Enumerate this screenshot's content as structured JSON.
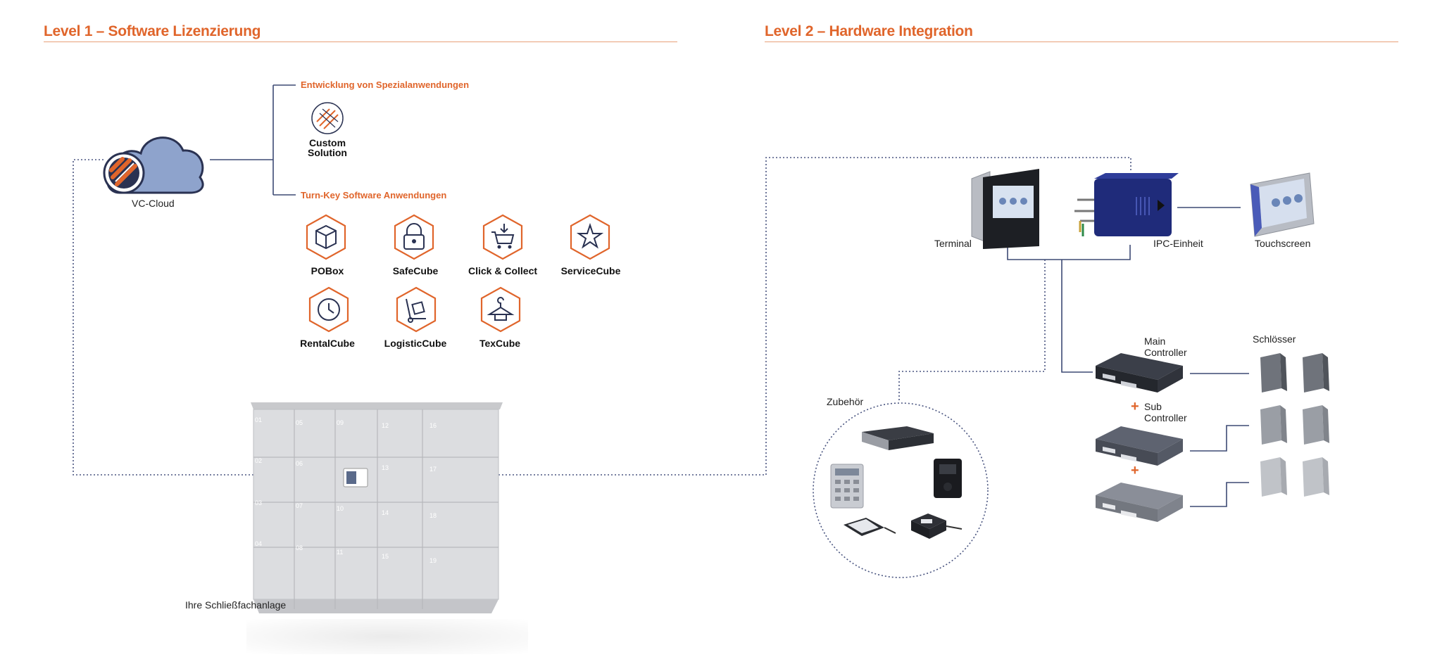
{
  "level1": {
    "title": "Level 1 – Software Lizenzierung",
    "cloud_label": "VC-Cloud",
    "custom_heading": "Entwicklung von Spezialanwendungen",
    "custom_label_line1": "Custom",
    "custom_label_line2": "Solution",
    "turnkey_heading": "Turn-Key Software Anwendungen",
    "apps": [
      {
        "label": "POBox",
        "icon": "box-icon"
      },
      {
        "label": "SafeCube",
        "icon": "lock-icon"
      },
      {
        "label": "Click & Collect",
        "icon": "cart-icon"
      },
      {
        "label": "ServiceCube",
        "icon": "star-icon"
      },
      {
        "label": "RentalCube",
        "icon": "clock-icon"
      },
      {
        "label": "LogisticCube",
        "icon": "hand-truck-icon"
      },
      {
        "label": "TexCube",
        "icon": "hanger-icon"
      }
    ],
    "locker_label": "Ihre Schließfachanlage",
    "locker_numbers": [
      "01",
      "05",
      "09",
      "12",
      "16",
      "02",
      "06",
      "",
      "13",
      "17",
      "03",
      "07",
      "10",
      "14",
      "18",
      "04",
      "08",
      "11",
      "15",
      "19"
    ]
  },
  "level2": {
    "title": "Level 2 – Hardware Integration",
    "terminal_label": "Terminal",
    "ipc_label": "IPC-Einheit",
    "touchscreen_label": "Touchscreen",
    "main_controller_line1": "Main",
    "main_controller_line2": "Controller",
    "sub_controller_line1": "Sub",
    "sub_controller_line2": "Controller",
    "locks_label": "Schlösser",
    "accessories_label": "Zubehör",
    "plus_sign": "+"
  },
  "colors": {
    "accent": "#e0652b",
    "navy": "#2a3252",
    "cloud": "#8ea3cc",
    "line": "#3d4a74"
  }
}
